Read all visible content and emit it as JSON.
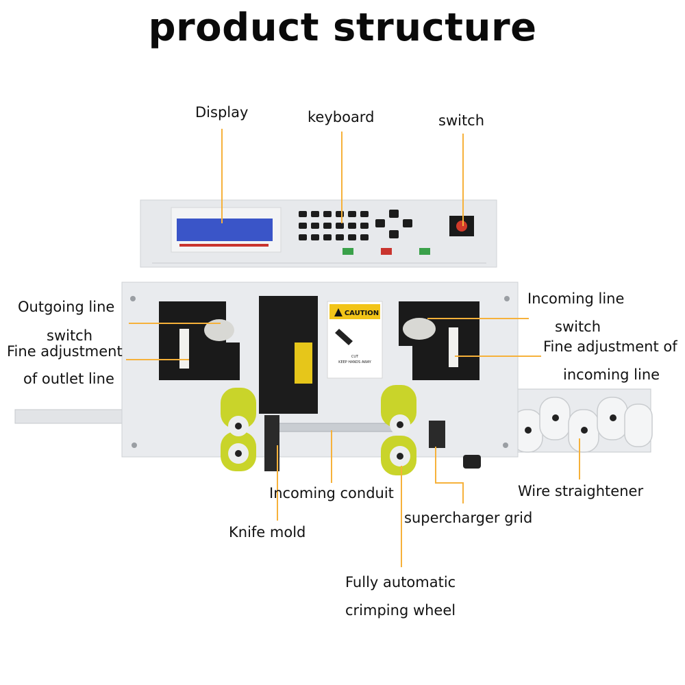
{
  "title": "product structure",
  "colors": {
    "leader_line": "#f6b13a",
    "roller": "#c9d42a",
    "panel_dark": "#1a1a1a",
    "lcd": "#3a55c8",
    "caution": "#f2c418"
  },
  "labels": {
    "display": "Display",
    "keyboard": "keyboard",
    "switch": "switch",
    "outgoing_line_1": "Outgoing line",
    "outgoing_line_2": "switch",
    "fine_adj_outlet_1": "Fine adjustment",
    "fine_adj_outlet_2": "of outlet line",
    "incoming_line_1": "Incoming line",
    "incoming_line_2": "switch",
    "fine_adj_incoming_1": "Fine adjustment of",
    "fine_adj_incoming_2": "incoming line",
    "incoming_conduit": "Incoming conduit",
    "knife_mold": "Knife mold",
    "supercharger_grid": "supercharger grid",
    "wire_straightener": "Wire straightener",
    "crimping_wheel_1": "Fully automatic",
    "crimping_wheel_2": "crimping wheel"
  },
  "machine_text": {
    "caution": "CAUTION",
    "keep_hands_away": "KEEP HANDS AWAY",
    "cut": "CUT"
  }
}
